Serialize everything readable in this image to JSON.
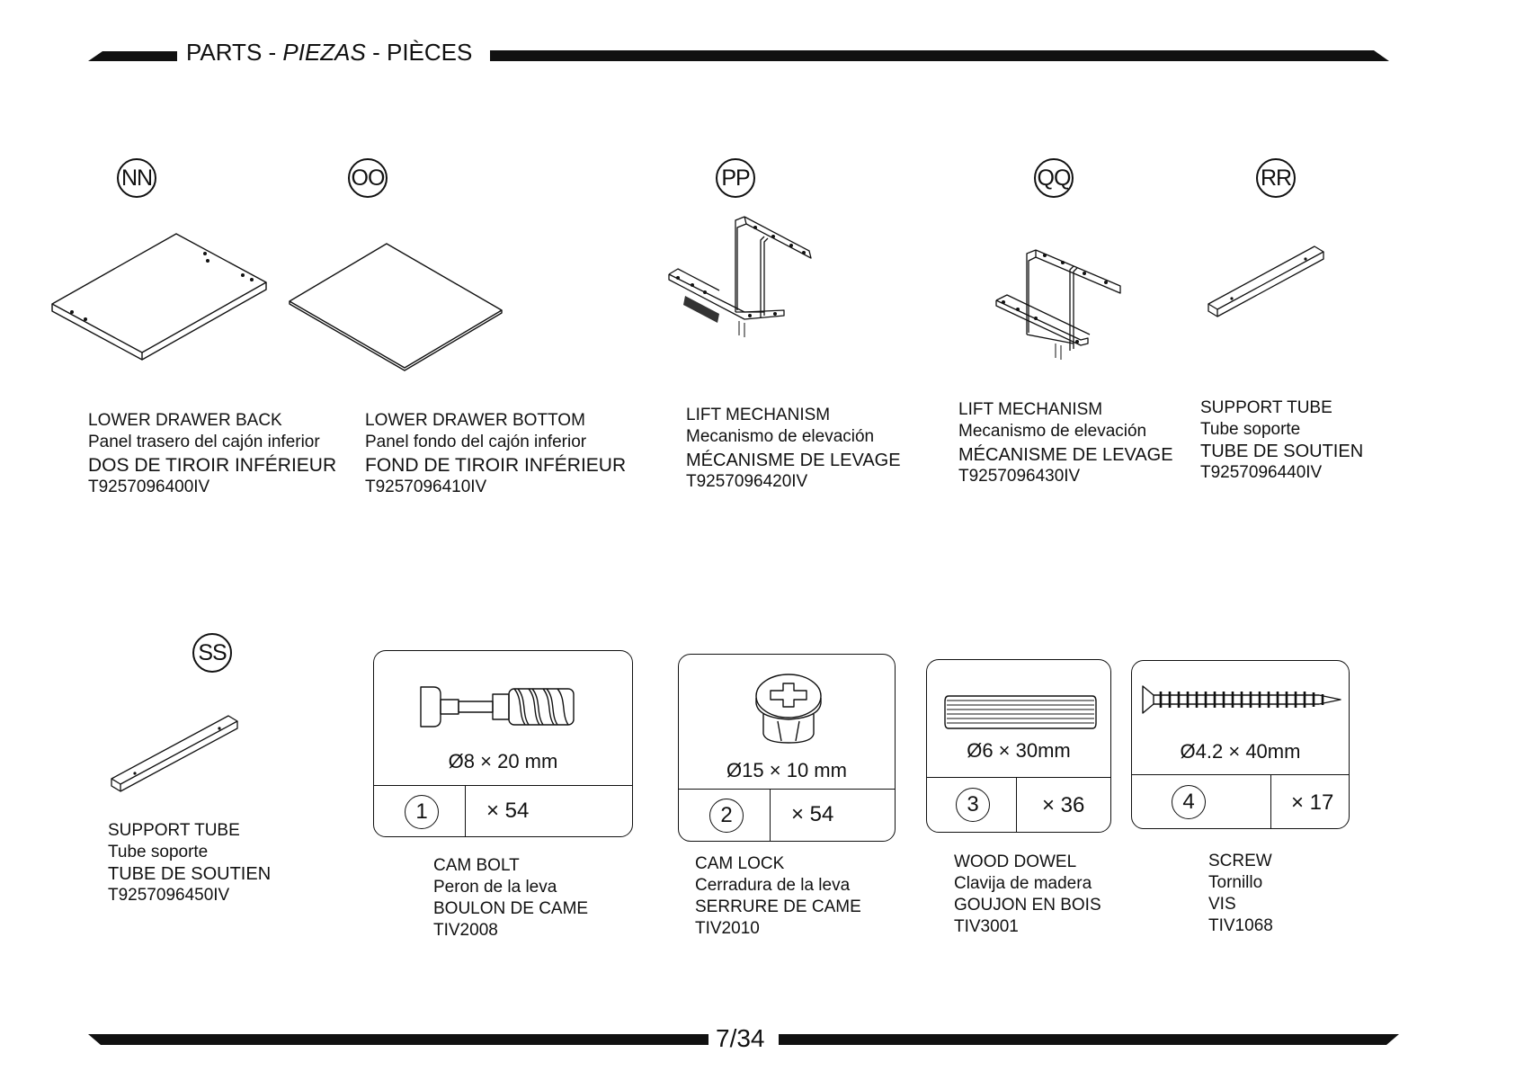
{
  "header": {
    "title_a": "PARTS - ",
    "title_b": "PIEZAS",
    "title_c": " - PIÈCES"
  },
  "parts": [
    {
      "letter": "NN",
      "name_en": "LOWER DRAWER BACK",
      "name_es": "Panel trasero del cajón inferior",
      "name_fr": "DOS DE TIROIR INFÉRIEUR",
      "code": "T9257096400IV"
    },
    {
      "letter": "OO",
      "name_en": "LOWER DRAWER BOTTOM",
      "name_es": "Panel fondo del cajón inferior",
      "name_fr": "FOND DE TIROIR INFÉRIEUR",
      "code": "T9257096410IV"
    },
    {
      "letter": "PP",
      "name_en": "LIFT MECHANISM",
      "name_es": "Mecanismo de elevación",
      "name_fr": "MÉCANISME DE LEVAGE",
      "code": "T9257096420IV"
    },
    {
      "letter": "QQ",
      "name_en": "LIFT MECHANISM",
      "name_es": "Mecanismo de elevación",
      "name_fr": "MÉCANISME DE LEVAGE",
      "code": "T9257096430IV"
    },
    {
      "letter": "RR",
      "name_en": "SUPPORT TUBE",
      "name_es": "Tube soporte",
      "name_fr": "TUBE DE SOUTIEN",
      "code": "T9257096440IV"
    },
    {
      "letter": "SS",
      "name_en": "SUPPORT TUBE",
      "name_es": "Tube soporte",
      "name_fr": "TUBE DE SOUTIEN",
      "code": "T9257096450IV"
    }
  ],
  "hardware": [
    {
      "number": "1",
      "qty": "× 54",
      "size": "Ø8 × 20 mm",
      "name_en": "CAM BOLT",
      "name_es": "Peron de la leva",
      "name_fr": "BOULON DE CAME",
      "code": "TIV2008"
    },
    {
      "number": "2",
      "qty": "× 54",
      "size": "Ø15 × 10 mm",
      "name_en": "CAM LOCK",
      "name_es": "Cerradura de la leva",
      "name_fr": "SERRURE DE CAME",
      "code": "TIV2010"
    },
    {
      "number": "3",
      "qty": "× 36",
      "size": "Ø6 × 30mm",
      "name_en": "WOOD DOWEL",
      "name_es": "Clavija de madera",
      "name_fr": "GOUJON EN BOIS",
      "code": "TIV3001"
    },
    {
      "number": "4",
      "qty": "× 17",
      "size": "Ø4.2 × 40mm",
      "name_en": "SCREW",
      "name_es": "Tornillo",
      "name_fr": "VIS",
      "code": "TIV1068"
    }
  ],
  "footer": {
    "page": "7/34"
  }
}
